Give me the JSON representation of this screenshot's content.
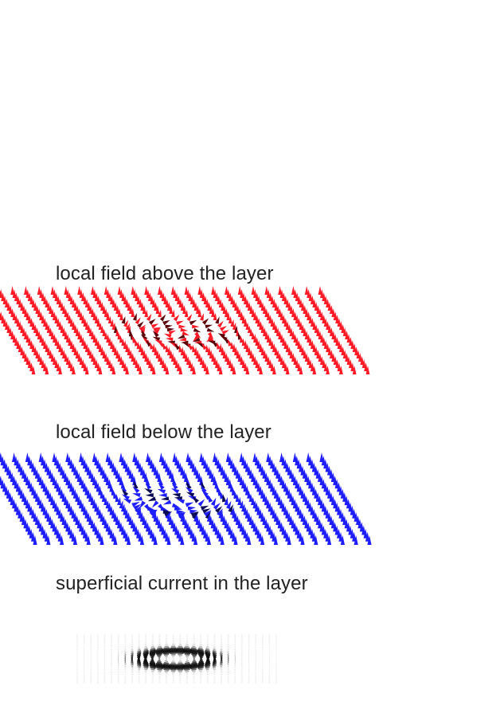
{
  "panels": [
    {
      "title": "local field above the layer",
      "color": "#ff1a26",
      "dark_color": "#5a0006",
      "icon": "red-cone-vector-field"
    },
    {
      "title": "local field below the layer",
      "color": "#1d1dff",
      "dark_color": "#0a0a55",
      "icon": "blue-cone-vector-field"
    },
    {
      "title": "superficial current in the layer",
      "color": "#111111",
      "dark_color": "#000000",
      "icon": "black-current-vortex-field"
    }
  ]
}
